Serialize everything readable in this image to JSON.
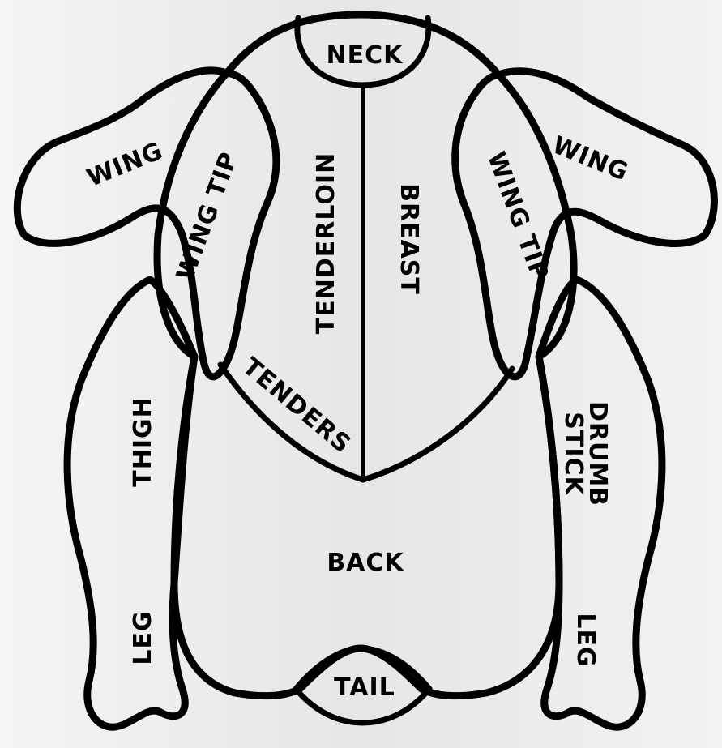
{
  "diagram": {
    "labels": {
      "neck": "NECK",
      "wing_left": "WING",
      "wing_tip_left": "WING TIP",
      "tenderloin": "TENDERLOIN",
      "breast": "BREAST",
      "wing_tip_right": "WING TIP",
      "wing_right": "WING",
      "tenders": "TENDERS",
      "thigh": "THIGH",
      "drumb_stick_line1": "DRUMB",
      "drumb_stick_line2": "STICK",
      "back": "BACK",
      "leg_left": "LEG",
      "leg_right": "LEG",
      "tail": "TAIL"
    },
    "colors": {
      "background": "#ececec",
      "outline": "#000000",
      "fill": "#ffffff"
    }
  }
}
